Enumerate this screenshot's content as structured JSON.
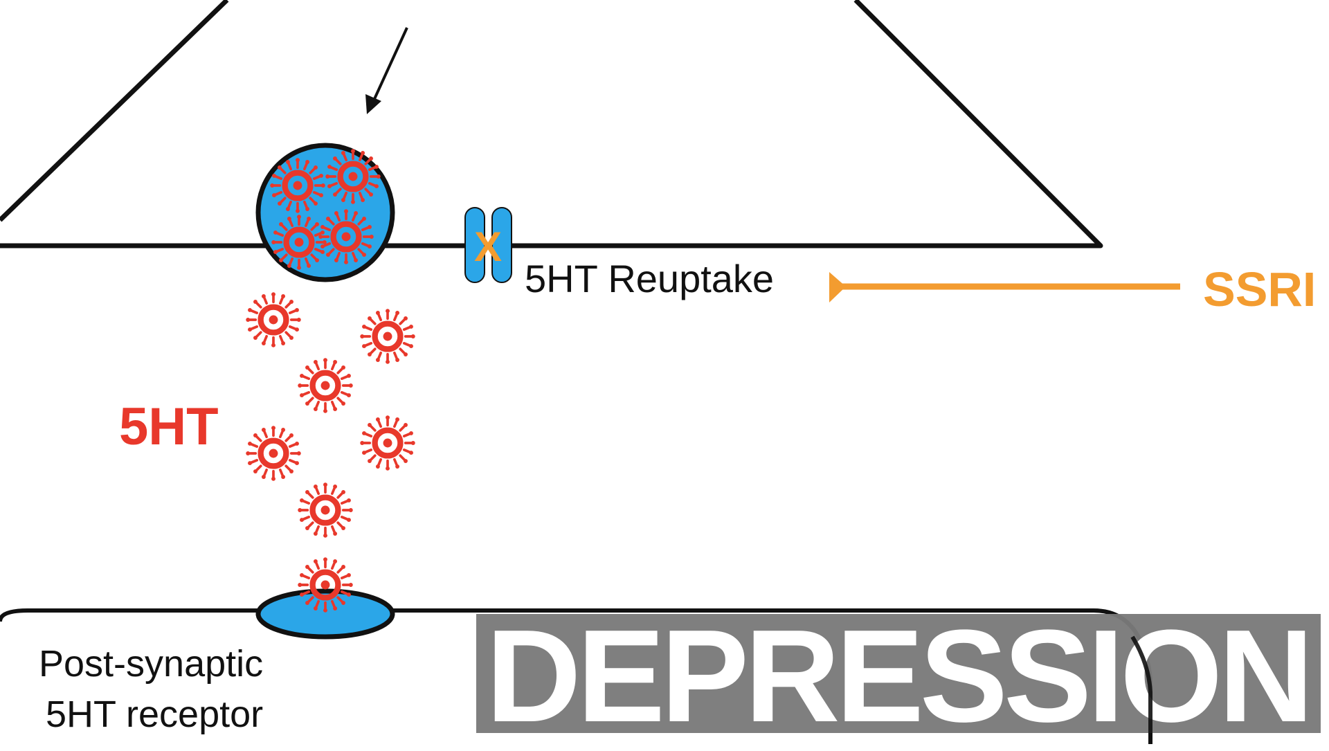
{
  "labels": {
    "reuptake": "5HT Reuptake",
    "ssri": "SSRI",
    "serotonin": "5HT",
    "receptor_line1": "Post-synaptic",
    "receptor_line2": "5HT receptor",
    "blocked_mark": "X",
    "overlay": "DEPRESSION"
  },
  "colors": {
    "membrane": "#111111",
    "vesicle_fill": "#2ba6e8",
    "serotonin": "#e8382b",
    "ssri": "#f39c30",
    "overlay_bg": "#7a7a7a",
    "overlay_text": "#ffffff"
  }
}
